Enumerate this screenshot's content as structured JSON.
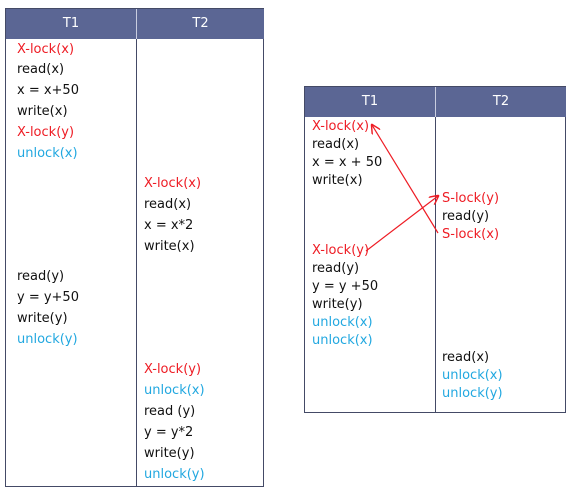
{
  "colors": {
    "lock": "#ee1c24",
    "op": "#111111",
    "unlock": "#22a8e0",
    "header": "#5b6694"
  },
  "left": {
    "headers": [
      "T1",
      "T2"
    ],
    "t1": [
      {
        "text": "X-lock(x)",
        "kind": "lock"
      },
      {
        "text": "read(x)",
        "kind": "op"
      },
      {
        "text": "x = x+50",
        "kind": "op"
      },
      {
        "text": "write(x)",
        "kind": "op"
      },
      {
        "text": "X-lock(y)",
        "kind": "lock"
      },
      {
        "text": "unlock(x)",
        "kind": "unlock"
      },
      {
        "text": "read(y)",
        "kind": "op"
      },
      {
        "text": "y = y+50",
        "kind": "op"
      },
      {
        "text": "write(y)",
        "kind": "op"
      },
      {
        "text": "unlock(y)",
        "kind": "unlock"
      }
    ],
    "t2": [
      {
        "text": "X-lock(x)",
        "kind": "lock"
      },
      {
        "text": "read(x)",
        "kind": "op"
      },
      {
        "text": "x = x*2",
        "kind": "op"
      },
      {
        "text": "write(x)",
        "kind": "op"
      },
      {
        "text": "X-lock(y)",
        "kind": "lock"
      },
      {
        "text": "unlock(x)",
        "kind": "unlock"
      },
      {
        "text": "read (y)",
        "kind": "op"
      },
      {
        "text": "y = y*2",
        "kind": "op"
      },
      {
        "text": "write(y)",
        "kind": "op"
      },
      {
        "text": "unlock(y)",
        "kind": "unlock"
      }
    ]
  },
  "right": {
    "headers": [
      "T1",
      "T2"
    ],
    "t1": [
      {
        "text": "X-lock(x)",
        "kind": "lock"
      },
      {
        "text": "read(x)",
        "kind": "op"
      },
      {
        "text": "x = x + 50",
        "kind": "op"
      },
      {
        "text": "write(x)",
        "kind": "op"
      },
      {
        "text": "X-lock(y)",
        "kind": "lock"
      },
      {
        "text": "read(y)",
        "kind": "op"
      },
      {
        "text": "y = y +50",
        "kind": "op"
      },
      {
        "text": "write(y)",
        "kind": "op"
      },
      {
        "text": "unlock(x)",
        "kind": "unlock"
      },
      {
        "text": "unlock(x)",
        "kind": "unlock"
      }
    ],
    "t2": [
      {
        "text": "S-lock(y)",
        "kind": "lock"
      },
      {
        "text": "read(y)",
        "kind": "op"
      },
      {
        "text": "S-lock(x)",
        "kind": "lock"
      },
      {
        "text": "read(x)",
        "kind": "op"
      },
      {
        "text": "unlock(x)",
        "kind": "unlock"
      },
      {
        "text": "unlock(y)",
        "kind": "unlock"
      }
    ]
  }
}
